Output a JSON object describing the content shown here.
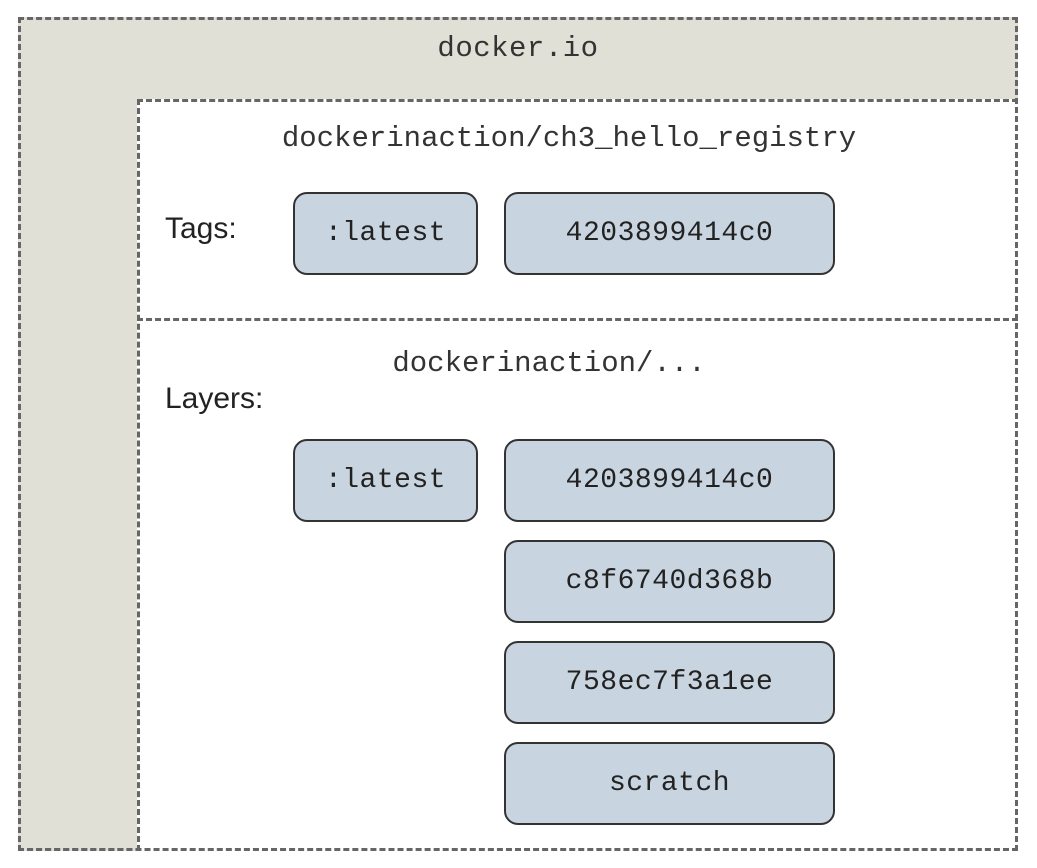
{
  "registry": {
    "title": "docker.io"
  },
  "repository": {
    "title": "dockerinaction/ch3_hello_registry",
    "tags_label": "Tags:",
    "tag": ":latest",
    "tag_image_id": "4203899414c0"
  },
  "layers_section": {
    "title": "dockerinaction/...",
    "layers_label": "Layers:",
    "tag": ":latest",
    "layers": [
      "4203899414c0",
      "c8f6740d368b",
      "758ec7f3a1ee",
      "scratch"
    ]
  },
  "colors": {
    "registry_fill": "#e0e0d6",
    "node_fill": "#c8d4df",
    "border": "#666666"
  }
}
